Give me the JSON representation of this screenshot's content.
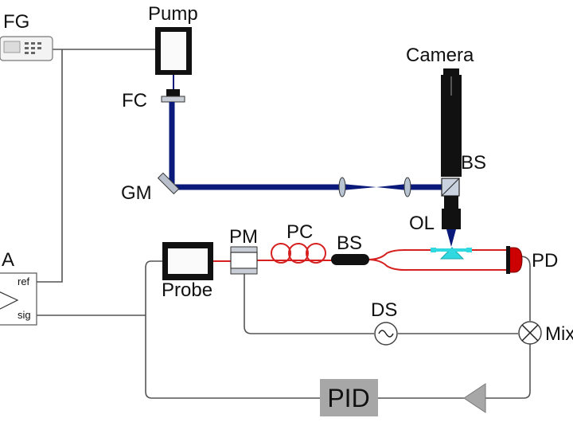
{
  "labels": {
    "fg": "FG",
    "pump": "Pump",
    "fc": "FC",
    "camera": "Camera",
    "bs_top": "BS",
    "gm": "GM",
    "ol": "OL",
    "lia": "LIA",
    "lia_ref": "ref",
    "lia_sig": "sig",
    "pm": "PM",
    "pc": "PC",
    "bs_fiber": "BS",
    "pd": "PD",
    "probe": "Probe",
    "ds": "DS",
    "mixer": "Mixer",
    "pid": "PID"
  },
  "colors": {
    "free_space_beam": "#0a1a7a",
    "fiber": "#d62020",
    "photodiode": "#cc0000",
    "sample_chip": "#30d8e0",
    "pid_box": "#a7a7a7",
    "electrical_wire": "#555555"
  },
  "icons": {
    "function_generator": "function-generator-icon",
    "ac_source": "sine-wave-icon",
    "mixer": "mixer-cross-icon",
    "amplifier": "triangle-amplifier-icon"
  }
}
